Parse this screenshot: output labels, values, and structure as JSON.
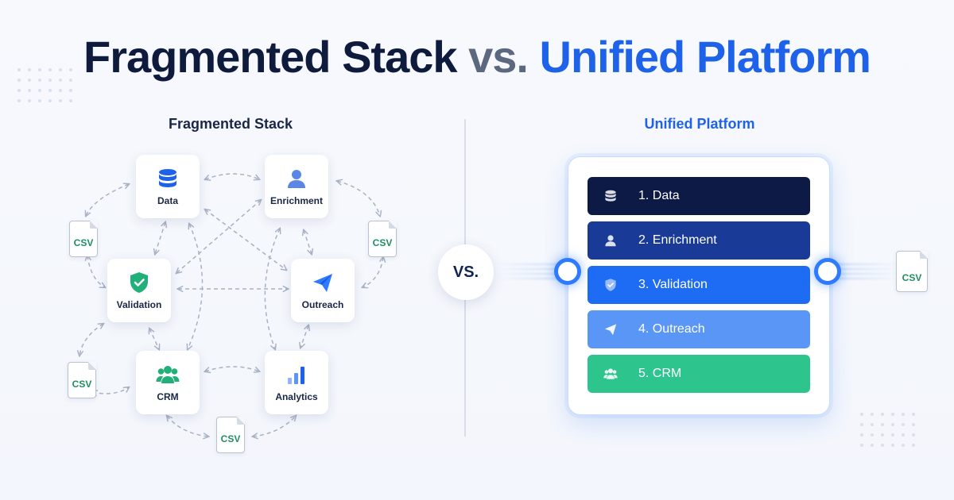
{
  "title": {
    "part1": "Fragmented Stack",
    "part2": "vs.",
    "part3": "Unified Platform"
  },
  "left": {
    "heading": "Fragmented Stack",
    "nodes": {
      "data": "Data",
      "enrichment": "Enrichment",
      "validation": "Validation",
      "outreach": "Outreach",
      "crm": "CRM",
      "analytics": "Analytics"
    },
    "csv_label": "CSV"
  },
  "vs_label": "VS.",
  "right": {
    "heading": "Unified Platform",
    "items": [
      {
        "label": "1. Data",
        "icon": "database-icon"
      },
      {
        "label": "2. Enrichment",
        "icon": "user-icon"
      },
      {
        "label": "3. Validation",
        "icon": "shield-check-icon"
      },
      {
        "label": "4. Outreach",
        "icon": "paper-plane-icon"
      },
      {
        "label": "5. CRM",
        "icon": "users-icon"
      }
    ],
    "csv_label": "CSV"
  },
  "colors": {
    "navy": "#0f1b3d",
    "accent_blue": "#1f62ea",
    "step1": "#0d1a45",
    "step2": "#1a3a98",
    "step3": "#1e6cf4",
    "step4": "#5a96f6",
    "step5": "#2ec48e",
    "csv_green": "#1e8f63"
  }
}
